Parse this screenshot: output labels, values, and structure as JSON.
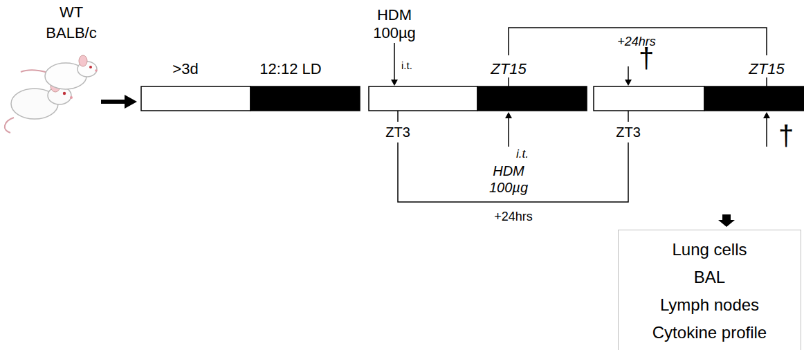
{
  "diagram": {
    "nodes": [
      {
        "text": [
          "Lung cells",
          "BAL",
          "Lymph nodes",
          "Cytokine profile"
        ]
      }
    ],
    "labels": [
      "WT",
      "BALB/c",
      ">3d",
      "12:12 LD",
      "HDM",
      "100µg",
      "i.t.",
      "ZT15",
      "ZT3",
      "i.t.",
      "HDM",
      "100µg",
      "+24hrs",
      "ZT3",
      "ZT15",
      "+24hrs",
      "†",
      "†"
    ]
  }
}
